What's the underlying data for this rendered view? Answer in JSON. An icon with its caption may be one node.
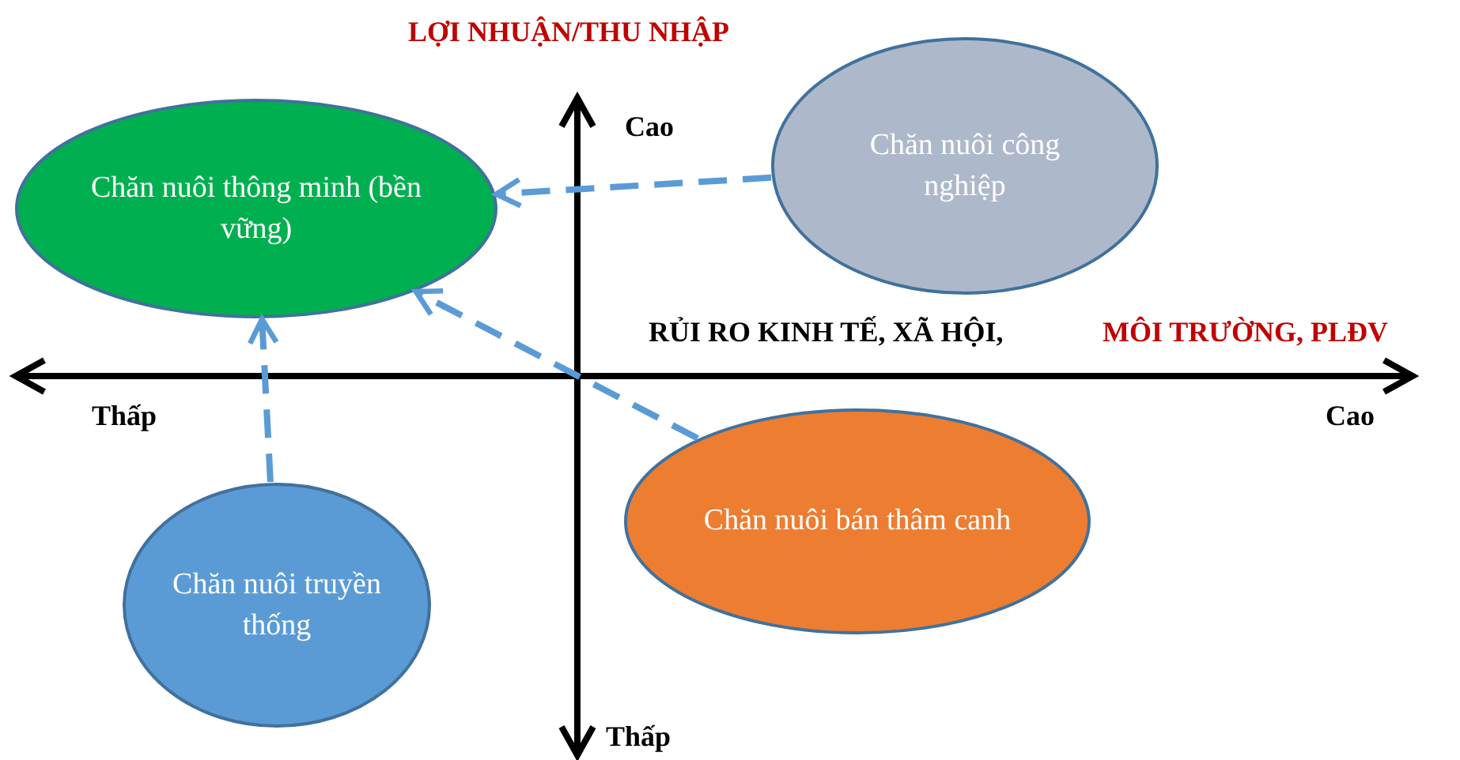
{
  "diagram": {
    "nodes": [
      {
        "text": [
          "Chăn nuôi thông minh (bền vững)"
        ]
      },
      {
        "text": [
          "Chăn nuôi công nghiệp"
        ]
      },
      {
        "text": [
          "Chăn nuôi bán thâm canh"
        ]
      },
      {
        "text": [
          "Chăn nuôi truyền thống"
        ]
      }
    ],
    "edges": [
      {
        "from": 1,
        "to": 0,
        "arrow": "to",
        "style": "dashed"
      },
      {
        "from": 2,
        "to": 0,
        "arrow": "to",
        "style": "dashed"
      },
      {
        "from": 3,
        "to": 0,
        "arrow": "to",
        "style": "dashed"
      }
    ],
    "labels": [
      "LỢI NHUẬN/THU NHẬP",
      "Cao",
      "RỦI RO KINH TẾ, XÃ HỘI,",
      "MÔI TRƯỜNG, PLĐV",
      "Thấp",
      "Cao",
      "Thấp"
    ]
  }
}
